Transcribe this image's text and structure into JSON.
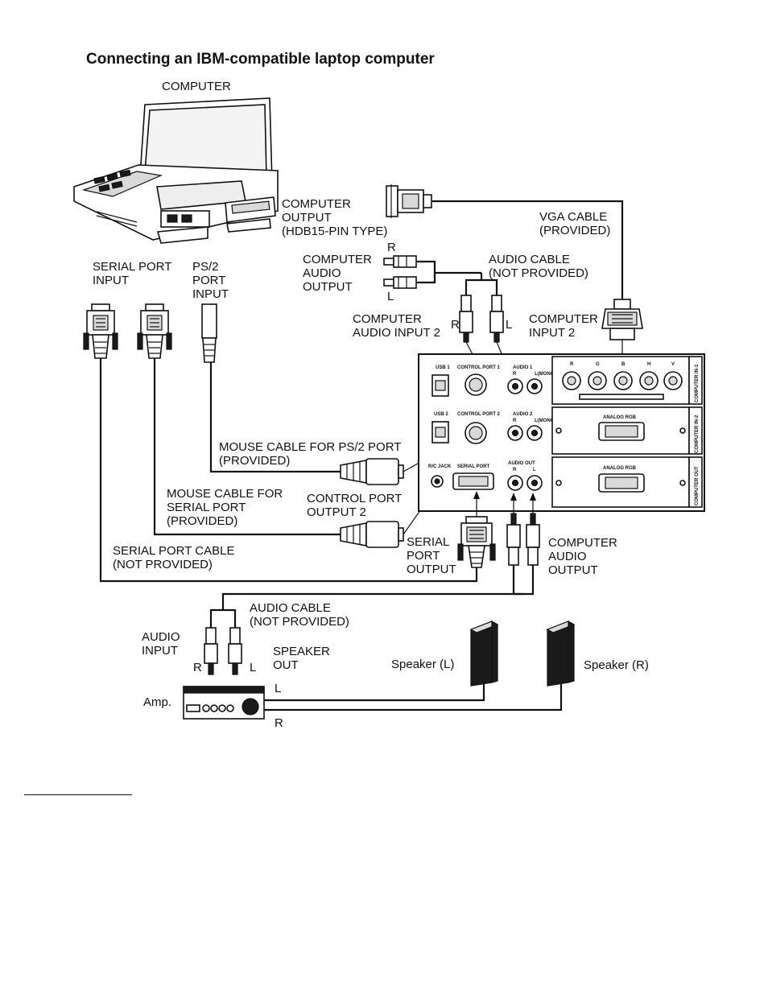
{
  "title": "Connecting an IBM-compatible laptop computer",
  "labels": {
    "computer": "COMPUTER",
    "computer_output": [
      "COMPUTER",
      "OUTPUT",
      "(HDB15-PIN TYPE)"
    ],
    "vga_cable": [
      "VGA CABLE",
      "(PROVIDED)"
    ],
    "computer_audio_output_top": [
      "COMPUTER",
      "AUDIO",
      "OUTPUT"
    ],
    "audio_cable_top": [
      "AUDIO CABLE",
      "(NOT PROVIDED)"
    ],
    "serial_port_input": [
      "SERIAL PORT",
      "INPUT"
    ],
    "ps2_port_input": [
      "PS/2",
      "PORT",
      "INPUT"
    ],
    "computer_audio_input_2": [
      "COMPUTER",
      "AUDIO INPUT 2"
    ],
    "computer_input_2": [
      "COMPUTER",
      "INPUT 2"
    ],
    "mouse_cable_ps2": [
      "MOUSE CABLE FOR PS/2 PORT",
      "(PROVIDED)"
    ],
    "mouse_cable_serial": [
      "MOUSE CABLE FOR",
      "SERIAL PORT",
      "(PROVIDED)"
    ],
    "control_port_output_2": [
      "CONTROL PORT",
      "OUTPUT 2"
    ],
    "serial_port_cable": [
      "SERIAL PORT CABLE",
      "(NOT PROVIDED)"
    ],
    "serial_port_output": [
      "SERIAL",
      "PORT",
      "OUTPUT"
    ],
    "computer_audio_output_bottom": [
      "COMPUTER",
      "AUDIO",
      "OUTPUT"
    ],
    "audio_cable_bottom": [
      "AUDIO CABLE",
      "(NOT PROVIDED)"
    ],
    "audio_input": [
      "AUDIO",
      "INPUT"
    ],
    "speaker_out": [
      "SPEAKER",
      "OUT"
    ],
    "speaker_left": "Speaker (L)",
    "speaker_right": "Speaker (R)",
    "amp": "Amp.",
    "r": "R",
    "l": "L"
  },
  "panel": {
    "usb1": "USB 1",
    "usb2": "USB 2",
    "control_port_1": "CONTROL PORT 1",
    "control_port_2": "CONTROL PORT 2",
    "audio1": "AUDIO 1",
    "audio2": "AUDIO 2",
    "audio_r": "R",
    "audio_l_mono": "L(MONO)",
    "rc_jack": "R/C JACK",
    "serial_port": "SERIAL PORT",
    "audio_out": "AUDIO OUT",
    "analog_rgb": "ANALOG RGB",
    "computer_in_1": "COMPUTER IN-1",
    "computer_in_2": "COMPUTER IN-2",
    "computer_out": "COMPUTER OUT",
    "bnc": [
      "R",
      "G",
      "B",
      "H",
      "V"
    ]
  }
}
